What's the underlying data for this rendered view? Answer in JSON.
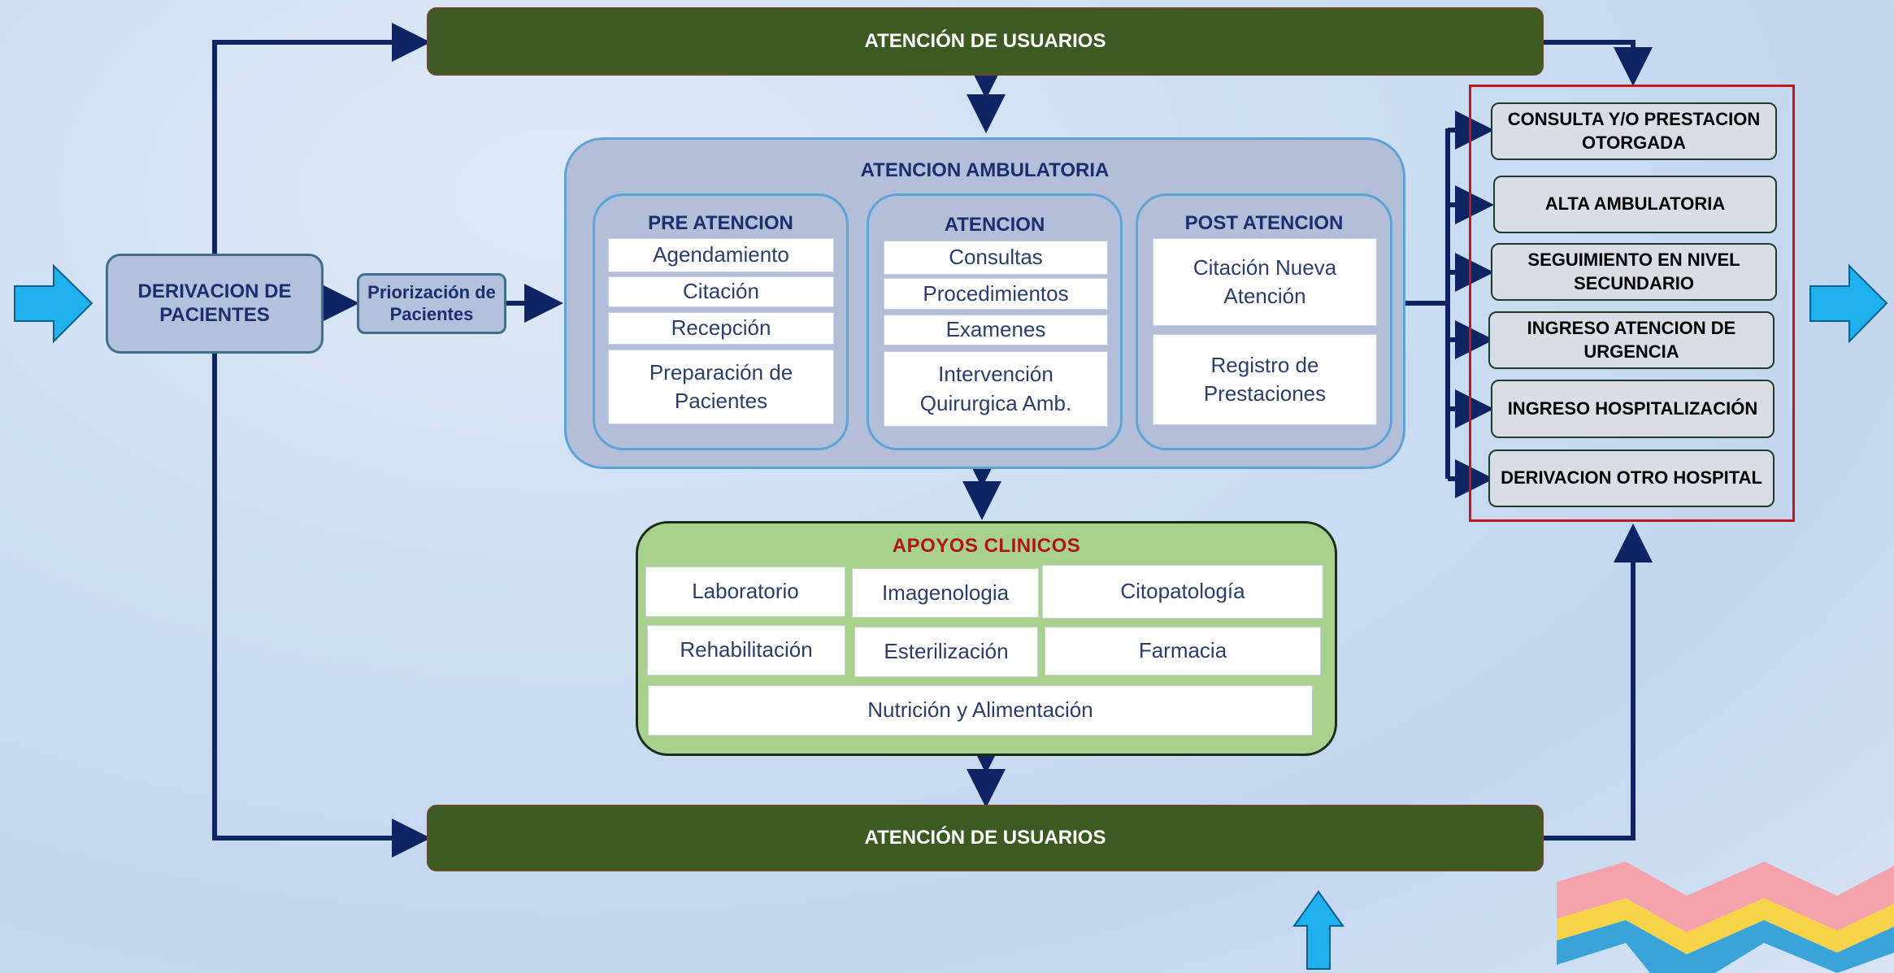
{
  "top_bar": {
    "label": "ATENCIÓN DE USUARIOS"
  },
  "bottom_bar": {
    "label": "ATENCIÓN DE USUARIOS"
  },
  "derivacion": {
    "label": "DERIVACION DE PACIENTES"
  },
  "priorizacion": {
    "label": "Priorización de Pacientes"
  },
  "ambulatoria": {
    "title": "ATENCION AMBULATORIA",
    "pre": {
      "title": "PRE ATENCION",
      "items": [
        "Agendamiento",
        "Citación",
        "Recepción",
        "Preparación de Pacientes"
      ]
    },
    "atencion": {
      "title": "ATENCION",
      "items": [
        "Consultas",
        "Procedimientos",
        "Examenes",
        "Intervención Quirurgica Amb."
      ]
    },
    "post": {
      "title": "POST ATENCION",
      "items": [
        "Citación Nueva Atención",
        "Registro de Prestaciones"
      ]
    }
  },
  "apoyos": {
    "title": "APOYOS  CLINICOS",
    "items": [
      "Laboratorio",
      "Imagenologia",
      "Citopatología",
      "Rehabilitación",
      "Esterilización",
      "Farmacia",
      "Nutrición y Alimentación"
    ]
  },
  "outcomes": [
    "CONSULTA Y/O PRESTACION OTORGADA",
    "ALTA AMBULATORIA",
    "SEGUIMIENTO EN NIVEL SECUNDARIO",
    "INGRESO ATENCION DE URGENCIA",
    "INGRESO HOSPITALIZACIÓN",
    "DERIVACION OTRO HOSPITAL"
  ],
  "colors": {
    "bar_green": "#3d5a23",
    "navy": "#0f2462",
    "arrow_cyan": "#1fb0ee",
    "apoyos_green": "#a9d18e",
    "apoyos_title_red": "#b01414",
    "outcome_frame_red": "#c0161d"
  }
}
